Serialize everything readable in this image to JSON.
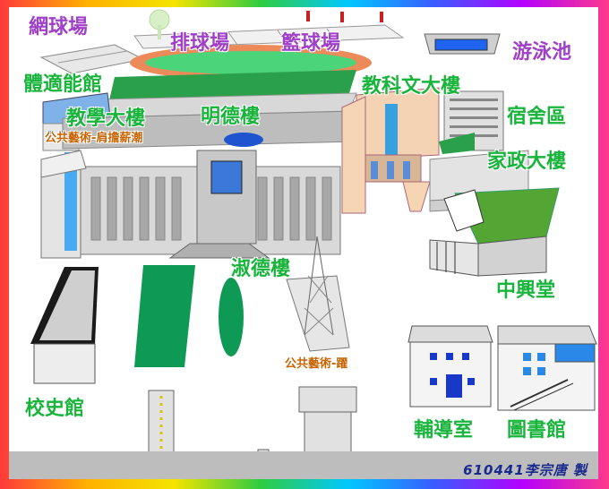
{
  "labels": {
    "tennis_court": "網球場",
    "volleyball_court": "排球場",
    "basketball_court": "籃球場",
    "swimming_pool": "游泳池",
    "gym": "體適能館",
    "science_building": "教科文大樓",
    "teaching_building": "教學大樓",
    "mingde_building": "明德樓",
    "dormitory": "宿舍區",
    "home_economics_building": "家政大樓",
    "shude_building": "淑德樓",
    "zhongxing_hall": "中興堂",
    "history_hall": "校史館",
    "counseling_room": "輔導室",
    "library": "圖書館"
  },
  "public_art": {
    "art_1": "公共藝術-肩擔薪潮",
    "art_2": "公共藝術-躍"
  },
  "credit": "610441李宗唐 製",
  "colors": {
    "label_green": "#19b43c",
    "label_purple": "#a040c8",
    "art_orange": "#c86400",
    "credit_blue": "#1a2a8c",
    "field_green": "#0e9a54",
    "track_orange": "#ec8a5a",
    "pool_blue": "#1e64f0",
    "roof_green": "#4c9e2c"
  }
}
